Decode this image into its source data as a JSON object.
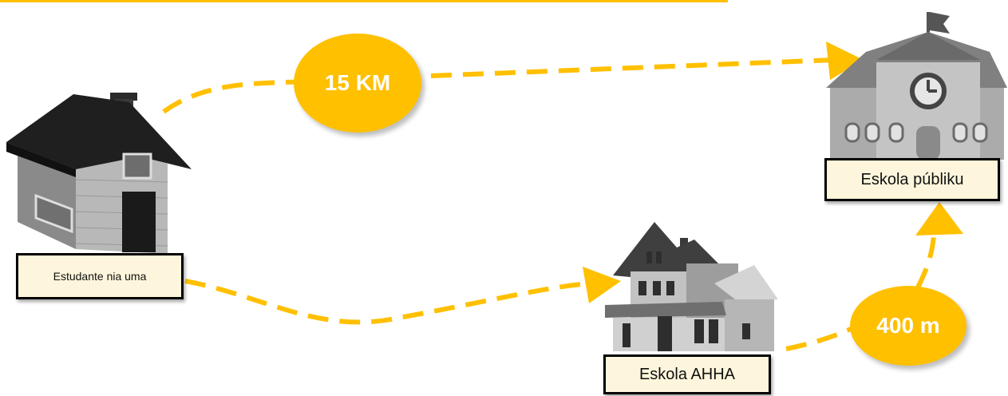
{
  "colors": {
    "accent": "#ffc000",
    "label_bg": "#fef6dc"
  },
  "labels": {
    "student_home": "Estudante nia uma",
    "public_school": "Eskola públiku",
    "ahha_school": "Eskola AHHA"
  },
  "distances": {
    "to_public_school": "15 KM",
    "ahha_to_public_school": "400 m"
  },
  "icons": [
    "house-icon",
    "school-building-icon",
    "ahha-school-house-icon"
  ]
}
